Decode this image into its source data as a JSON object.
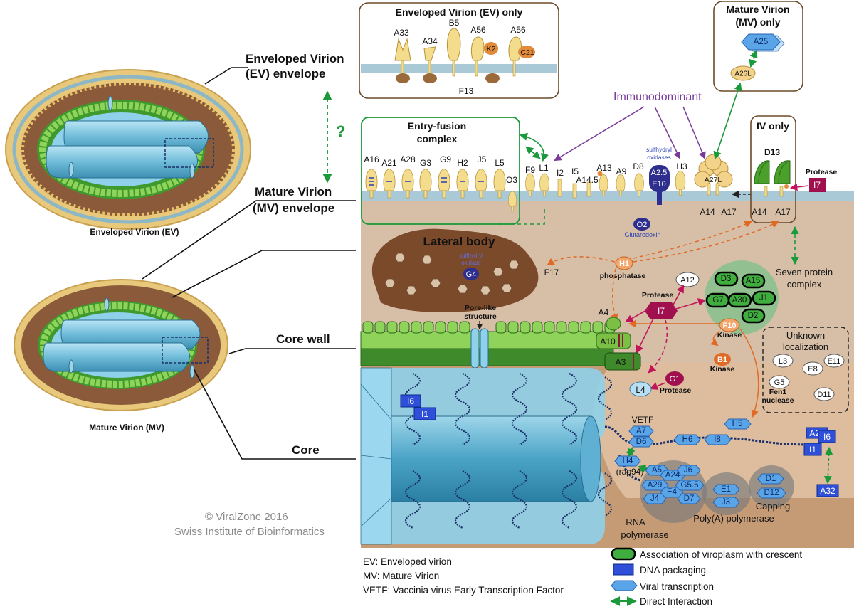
{
  "left_panel": {
    "ev_caption": "Enveloped Virion (EV)",
    "mv_caption": "Mature Virion (MV)",
    "ev_envelope_label": [
      "Enveloped Virion",
      "(EV) envelope"
    ],
    "mv_envelope_label": [
      "Mature Virion",
      "(MV) envelope"
    ],
    "core_wall_label": "Core wall",
    "core_label": "Core",
    "question_mark": "?",
    "credit_line1": "© ViralZone 2016",
    "credit_line2": "Swiss Institute of Bioinformatics"
  },
  "ev_box": {
    "title": "Enveloped Virion (EV) only",
    "proteins": [
      "A33",
      "A34",
      "B5",
      "A56",
      "A56"
    ],
    "partners": [
      "K2",
      "C21"
    ],
    "inner": "F13"
  },
  "mv_box": {
    "title": [
      "Mature Virion",
      "(MV) only"
    ],
    "proteins": [
      "A25",
      "A26L"
    ]
  },
  "immunodominant": "Immunodominant",
  "entry_fusion": {
    "title": [
      "Entry-fusion",
      "complex"
    ],
    "proteins": [
      "A16",
      "A21",
      "A28",
      "G3",
      "G9",
      "H2",
      "J5",
      "L5",
      "O3"
    ]
  },
  "membrane_proteins": [
    "F9",
    "L1",
    "I2",
    "I5",
    "A14.5",
    "A13",
    "A9",
    "D8",
    "H3",
    "A27L",
    "A14",
    "A17"
  ],
  "sulfhydryl_oxidases": {
    "label": [
      "sulfhydryl",
      "oxidases"
    ],
    "proteins": [
      "A2.5",
      "E10"
    ]
  },
  "glutaredoxin": {
    "protein": "O2",
    "label": "Glutaredoxin"
  },
  "iv_box": {
    "title": "IV only",
    "protein": "D13",
    "membrane": [
      "A14",
      "A17"
    ],
    "protease_label": "Protease",
    "protease": "I7"
  },
  "lateral_body": {
    "title": "Lateral body",
    "g4_label": [
      "sulfhydryl",
      "oxidase"
    ],
    "g4": "G4",
    "f17": "F17"
  },
  "h1": {
    "protein": "H1",
    "label": "phosphatase"
  },
  "seven_complex": {
    "label": [
      "Seven protein",
      "complex"
    ],
    "proteins": [
      "D3",
      "A15",
      "G7",
      "A30",
      "J1",
      "D2"
    ]
  },
  "protease_center": {
    "label": "Protease",
    "protein": "I7"
  },
  "a12": "A12",
  "f10": {
    "protein": "F10",
    "label": "Kinase"
  },
  "b1": {
    "protein": "B1",
    "label": "Kinase"
  },
  "g1": {
    "protein": "G1",
    "label": "Protease"
  },
  "core_wall_proteins": [
    "A4",
    "A10",
    "A3"
  ],
  "l4": "L4",
  "pore_label": [
    "Pore-like",
    "structure"
  ],
  "unknown_box": {
    "title": [
      "Unknown",
      "localization"
    ],
    "proteins": [
      "L3",
      "E8",
      "E11",
      "G5",
      "D11"
    ],
    "g5_label": [
      "Fen1",
      "nuclease"
    ]
  },
  "dna_packaging_core": [
    "I6",
    "I1"
  ],
  "vetf": {
    "label": "VETF",
    "proteins": [
      "A7",
      "D6"
    ]
  },
  "transcription_row": [
    "H6",
    "I8",
    "H5"
  ],
  "packaging_right": [
    "A22",
    "I6",
    "I1",
    "A32"
  ],
  "h4": {
    "protein": "H4",
    "label": "(rap94)"
  },
  "rna_polymerase": {
    "label": [
      "RNA",
      "polymerase"
    ],
    "proteins": [
      "A5",
      "A24",
      "J6",
      "A29",
      "E4",
      "G5.5",
      "J4",
      "D7"
    ]
  },
  "polya": {
    "label": "Poly(A) polymerase",
    "proteins": [
      "E1",
      "J3"
    ]
  },
  "capping": {
    "label": "Capping",
    "proteins": [
      "D1",
      "D12"
    ]
  },
  "abbreviations": [
    "EV: Enveloped virion",
    "MV: Mature Virion",
    "VETF: Vaccinia virus Early Transcription Factor"
  ],
  "legend": [
    "Association of viroplasm with crescent",
    "DNA packaging",
    "Viral transcription",
    "Direct Interaction"
  ],
  "colors": {
    "membrane": "#a9c9d6",
    "core_bg": "#c49a78",
    "green": "#7bbf45",
    "blue_packaging": "#2f4fd8",
    "hex_blue": "#5aa5e8",
    "purple": "#7a3a9a",
    "protease": "#a0104e",
    "kinase": "#e06a25",
    "interaction": "#1a9a3a"
  }
}
